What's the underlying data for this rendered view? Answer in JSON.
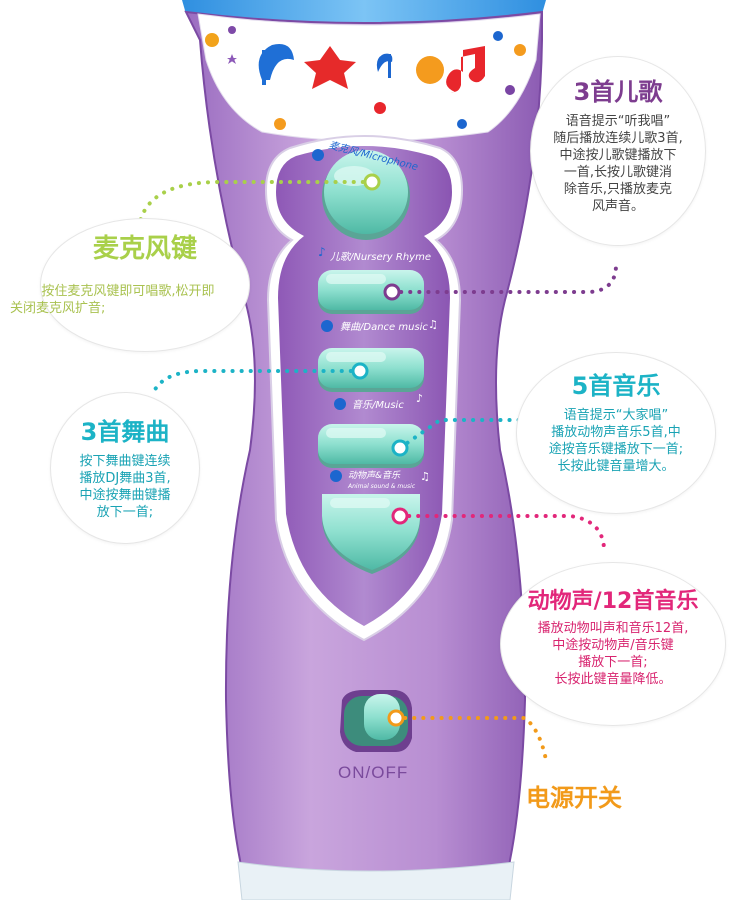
{
  "device": {
    "button_labels": {
      "microphone": "麦克风/Microphone",
      "nursery": "儿歌/Nursery Rhyme",
      "dance": "舞曲/Dance music",
      "music": "音乐/Music",
      "animal": "动物声&音乐",
      "animal_sub": "Animal sound & music"
    },
    "switch_label": "ON/OFF",
    "colors": {
      "body": "#b98fd0",
      "panel": "#9e6cc0",
      "button": "#8ee0cf",
      "top": "#4aa3e6",
      "trace_green": "#a9d04a",
      "trace_purple": "#7d3c8f",
      "trace_teal": "#1cb3c6",
      "trace_magenta": "#e2277a",
      "trace_orange": "#f29a1a"
    }
  },
  "callouts": {
    "nursery": {
      "title": "3首儿歌",
      "desc_lines": [
        "语音提示“听我唱”",
        "随后播放连续儿歌3首,",
        "中途按儿歌键播放下",
        "一首,长按儿歌键消",
        "除音乐,只播放麦克",
        "风声音。"
      ]
    },
    "microphone": {
      "title": "麦克风键",
      "desc_lines": [
        "按住麦克风键即可唱歌,松开即",
        "关闭麦克风扩音;"
      ]
    },
    "dance": {
      "title": "3首舞曲",
      "desc_lines": [
        "按下舞曲键连续",
        "播放DJ舞曲3首,",
        "中途按舞曲键播",
        "放下一首;"
      ]
    },
    "music": {
      "title": "5首音乐",
      "desc_lines": [
        "语音提示“大家唱”",
        "播放动物声音乐5首,中",
        "途按音乐键播放下一首;",
        "长按此键音量增大。"
      ]
    },
    "animal": {
      "title": "动物声/12首音乐",
      "desc_lines": [
        "播放动物叫声和音乐12首,",
        "中途按动物声/音乐键",
        "播放下一首;",
        "长按此键音量降低。"
      ]
    },
    "power": {
      "title": "电源开关"
    }
  }
}
